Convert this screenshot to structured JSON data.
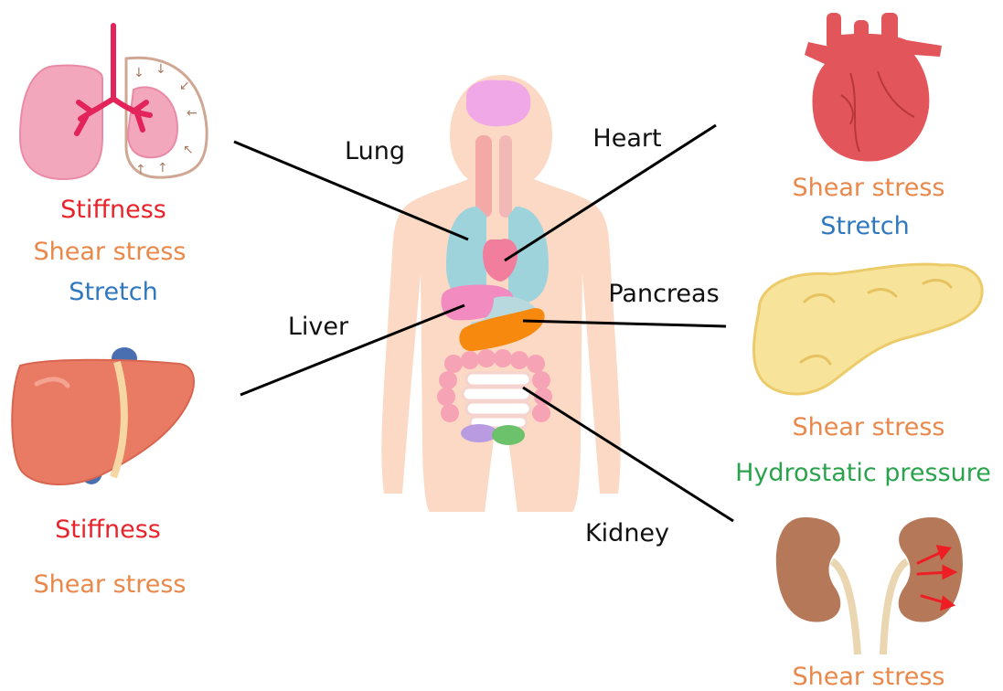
{
  "organs": {
    "lung": {
      "name": "Lung",
      "stresses": [
        "Stiffness",
        "Shear stress",
        "Stretch"
      ]
    },
    "heart": {
      "name": "Heart",
      "stresses": [
        "Shear stress",
        "Stretch"
      ]
    },
    "liver": {
      "name": "Liver",
      "stresses": [
        "Stiffness",
        "Shear stress"
      ]
    },
    "pancreas": {
      "name": "Pancreas",
      "stresses": [
        "Shear stress",
        "Hydrostatic pressure"
      ]
    },
    "kidney": {
      "name": "Kidney",
      "stresses": [
        "Shear stress"
      ]
    }
  },
  "colors": {
    "stiffness": "#e8232b",
    "shear_stress": "#e9884a",
    "stretch": "#2f78c0",
    "hydrostatic_pressure": "#2ba24c",
    "connector": "#000000",
    "body": "#fcd9c4"
  },
  "icons": {
    "body": "human-body-illustration",
    "lung": "lung-icon",
    "heart": "heart-icon",
    "liver": "liver-icon",
    "pancreas": "pancreas-icon",
    "kidney": "kidney-icon"
  }
}
